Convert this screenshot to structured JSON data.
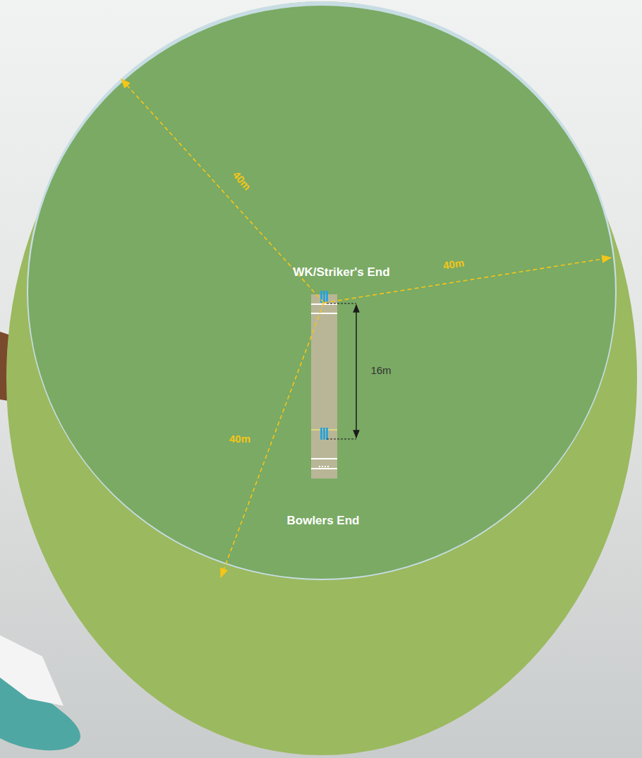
{
  "diagram": {
    "labels": [
      "40m",
      "WK/Striker's End",
      "40m",
      "16m",
      "40m",
      "Bowlers End"
    ]
  }
}
